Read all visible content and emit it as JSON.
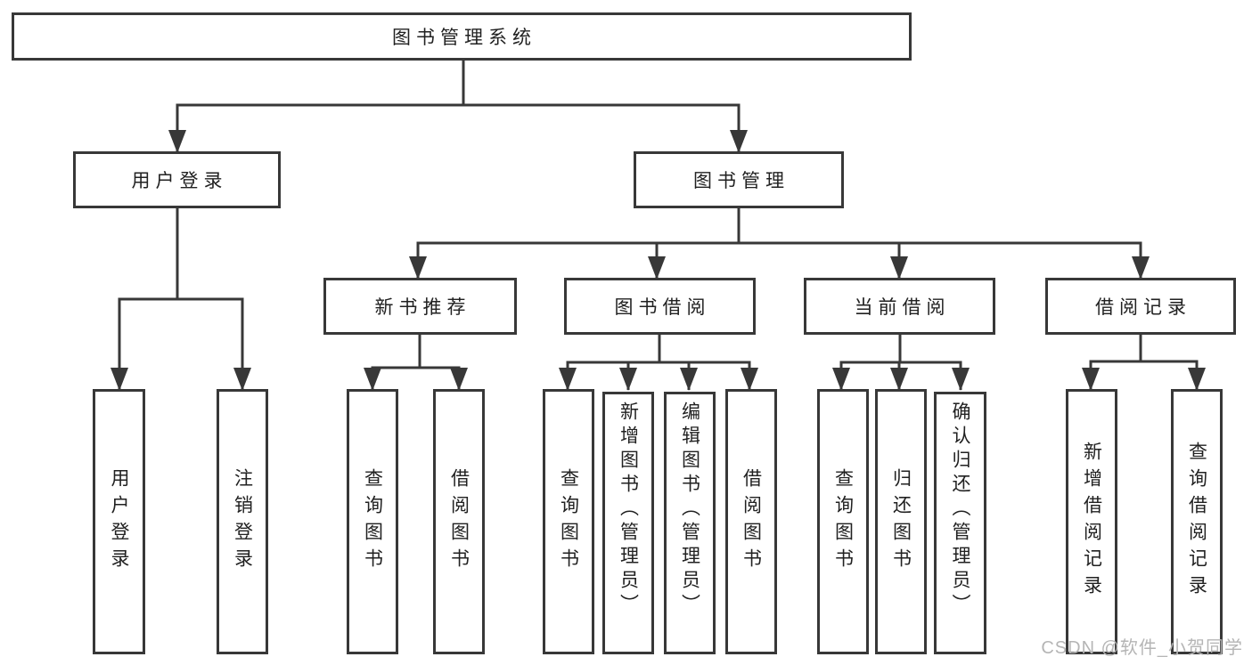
{
  "tree": {
    "root": {
      "label": "图书管理系统"
    },
    "user_login": {
      "label": "用户登录",
      "children": [
        {
          "label": "用户登录"
        },
        {
          "label": "注销登录"
        }
      ]
    },
    "book_management": {
      "label": "图书管理",
      "sections": [
        {
          "label": "新书推荐",
          "children": [
            {
              "label": "查询图书"
            },
            {
              "label": "借阅图书"
            }
          ]
        },
        {
          "label": "图书借阅",
          "children": [
            {
              "label": "查询图书"
            },
            {
              "label": "新增图书（管理员）"
            },
            {
              "label": "编辑图书（管理员）"
            },
            {
              "label": "借阅图书"
            }
          ]
        },
        {
          "label": "当前借阅",
          "children": [
            {
              "label": "查询图书"
            },
            {
              "label": "归还图书"
            },
            {
              "label": "确认归还（管理员）"
            }
          ]
        },
        {
          "label": "借阅记录",
          "children": [
            {
              "label": "新增借阅记录"
            },
            {
              "label": "查询借阅记录"
            }
          ]
        }
      ]
    }
  },
  "watermark": {
    "text": "CSDN @软件_小贺同学"
  },
  "colors": {
    "line": "#383838",
    "text": "#212121",
    "watermark": "#b5b5b5",
    "background": "#ffffff"
  }
}
